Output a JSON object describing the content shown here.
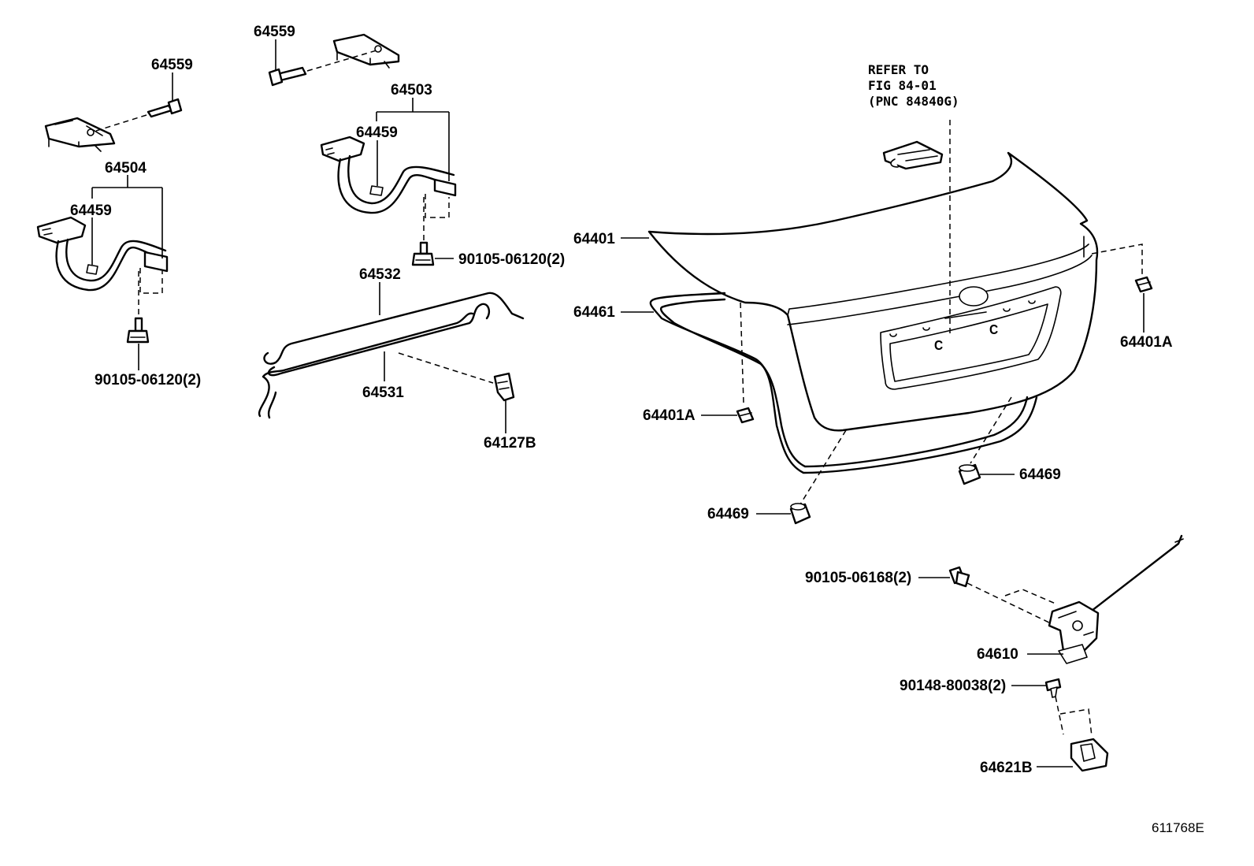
{
  "labels": {
    "p64559_a": "64559",
    "p64559_b": "64559",
    "p64504": "64504",
    "p64503": "64503",
    "p64459_a": "64459",
    "p64459_b": "64459",
    "p90105_a": "90105-06120(2)",
    "p90105_b": "90105-06120(2)",
    "p64532": "64532",
    "p64531": "64531",
    "p64127B": "64127B",
    "p64401": "64401",
    "p64461": "64461",
    "p64401A_a": "64401A",
    "p64401A_b": "64401A",
    "p64469_a": "64469",
    "p64469_b": "64469",
    "p90105_06168": "90105-06168(2)",
    "p64610": "64610",
    "p90148": "90148-80038(2)",
    "p64621B": "64621B"
  },
  "refer": {
    "line1": "REFER TO",
    "line2": "FIG 84-01",
    "line3": "(PNC 84840G)"
  },
  "plate_marks": {
    "c1": "C",
    "c2": "C"
  },
  "figure_code": "611768E"
}
